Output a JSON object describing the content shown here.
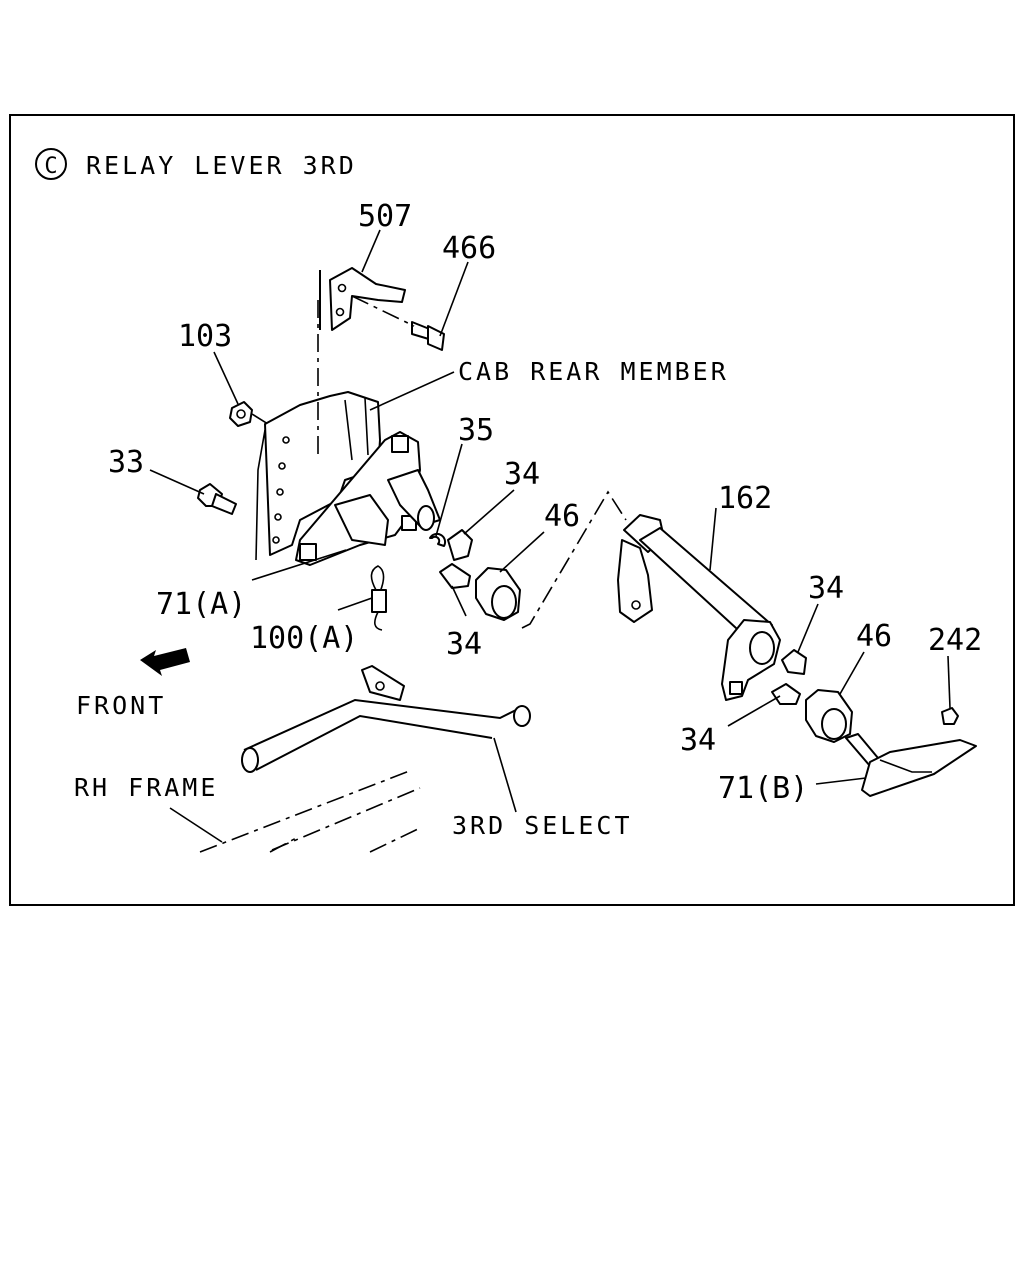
{
  "title": {
    "symbol": "C",
    "text": "RELAY LEVER 3RD"
  },
  "labels": {
    "p507": "507",
    "p466": "466",
    "p103": "103",
    "cab_rear_member": "CAB REAR MEMBER",
    "p33": "33",
    "p35": "35",
    "p34_upper": "34",
    "p46_left": "46",
    "p162": "162",
    "p71a": "71(A)",
    "p100a": "100(A)",
    "p34_lower_left": "34",
    "p34_right_upper": "34",
    "p46_right": "46",
    "p242": "242",
    "front": "FRONT",
    "p34_right_lower": "34",
    "p71b": "71(B)",
    "rh_frame": "RH FRAME",
    "third_select": "3RD SELECT"
  }
}
